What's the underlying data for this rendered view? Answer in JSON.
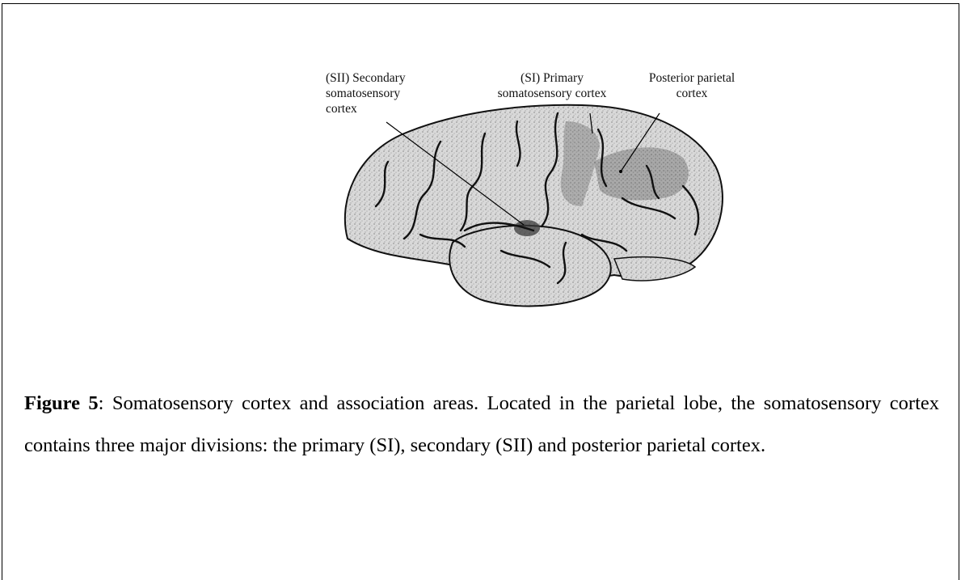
{
  "figure": {
    "labels": {
      "sii": "(SII) Secondary\nsomatosensory\ncortex",
      "si": "(SI) Primary\nsomatosensory cortex",
      "posterior_parietal": "Posterior parietal\ncortex"
    }
  },
  "caption": {
    "figure_label": "Figure 5",
    "text": ":  Somatosensory cortex and association areas.  Located in the parietal lobe, the somatosensory cortex contains three major divisions: the primary (SI), secondary (SII) and posterior parietal cortex."
  }
}
